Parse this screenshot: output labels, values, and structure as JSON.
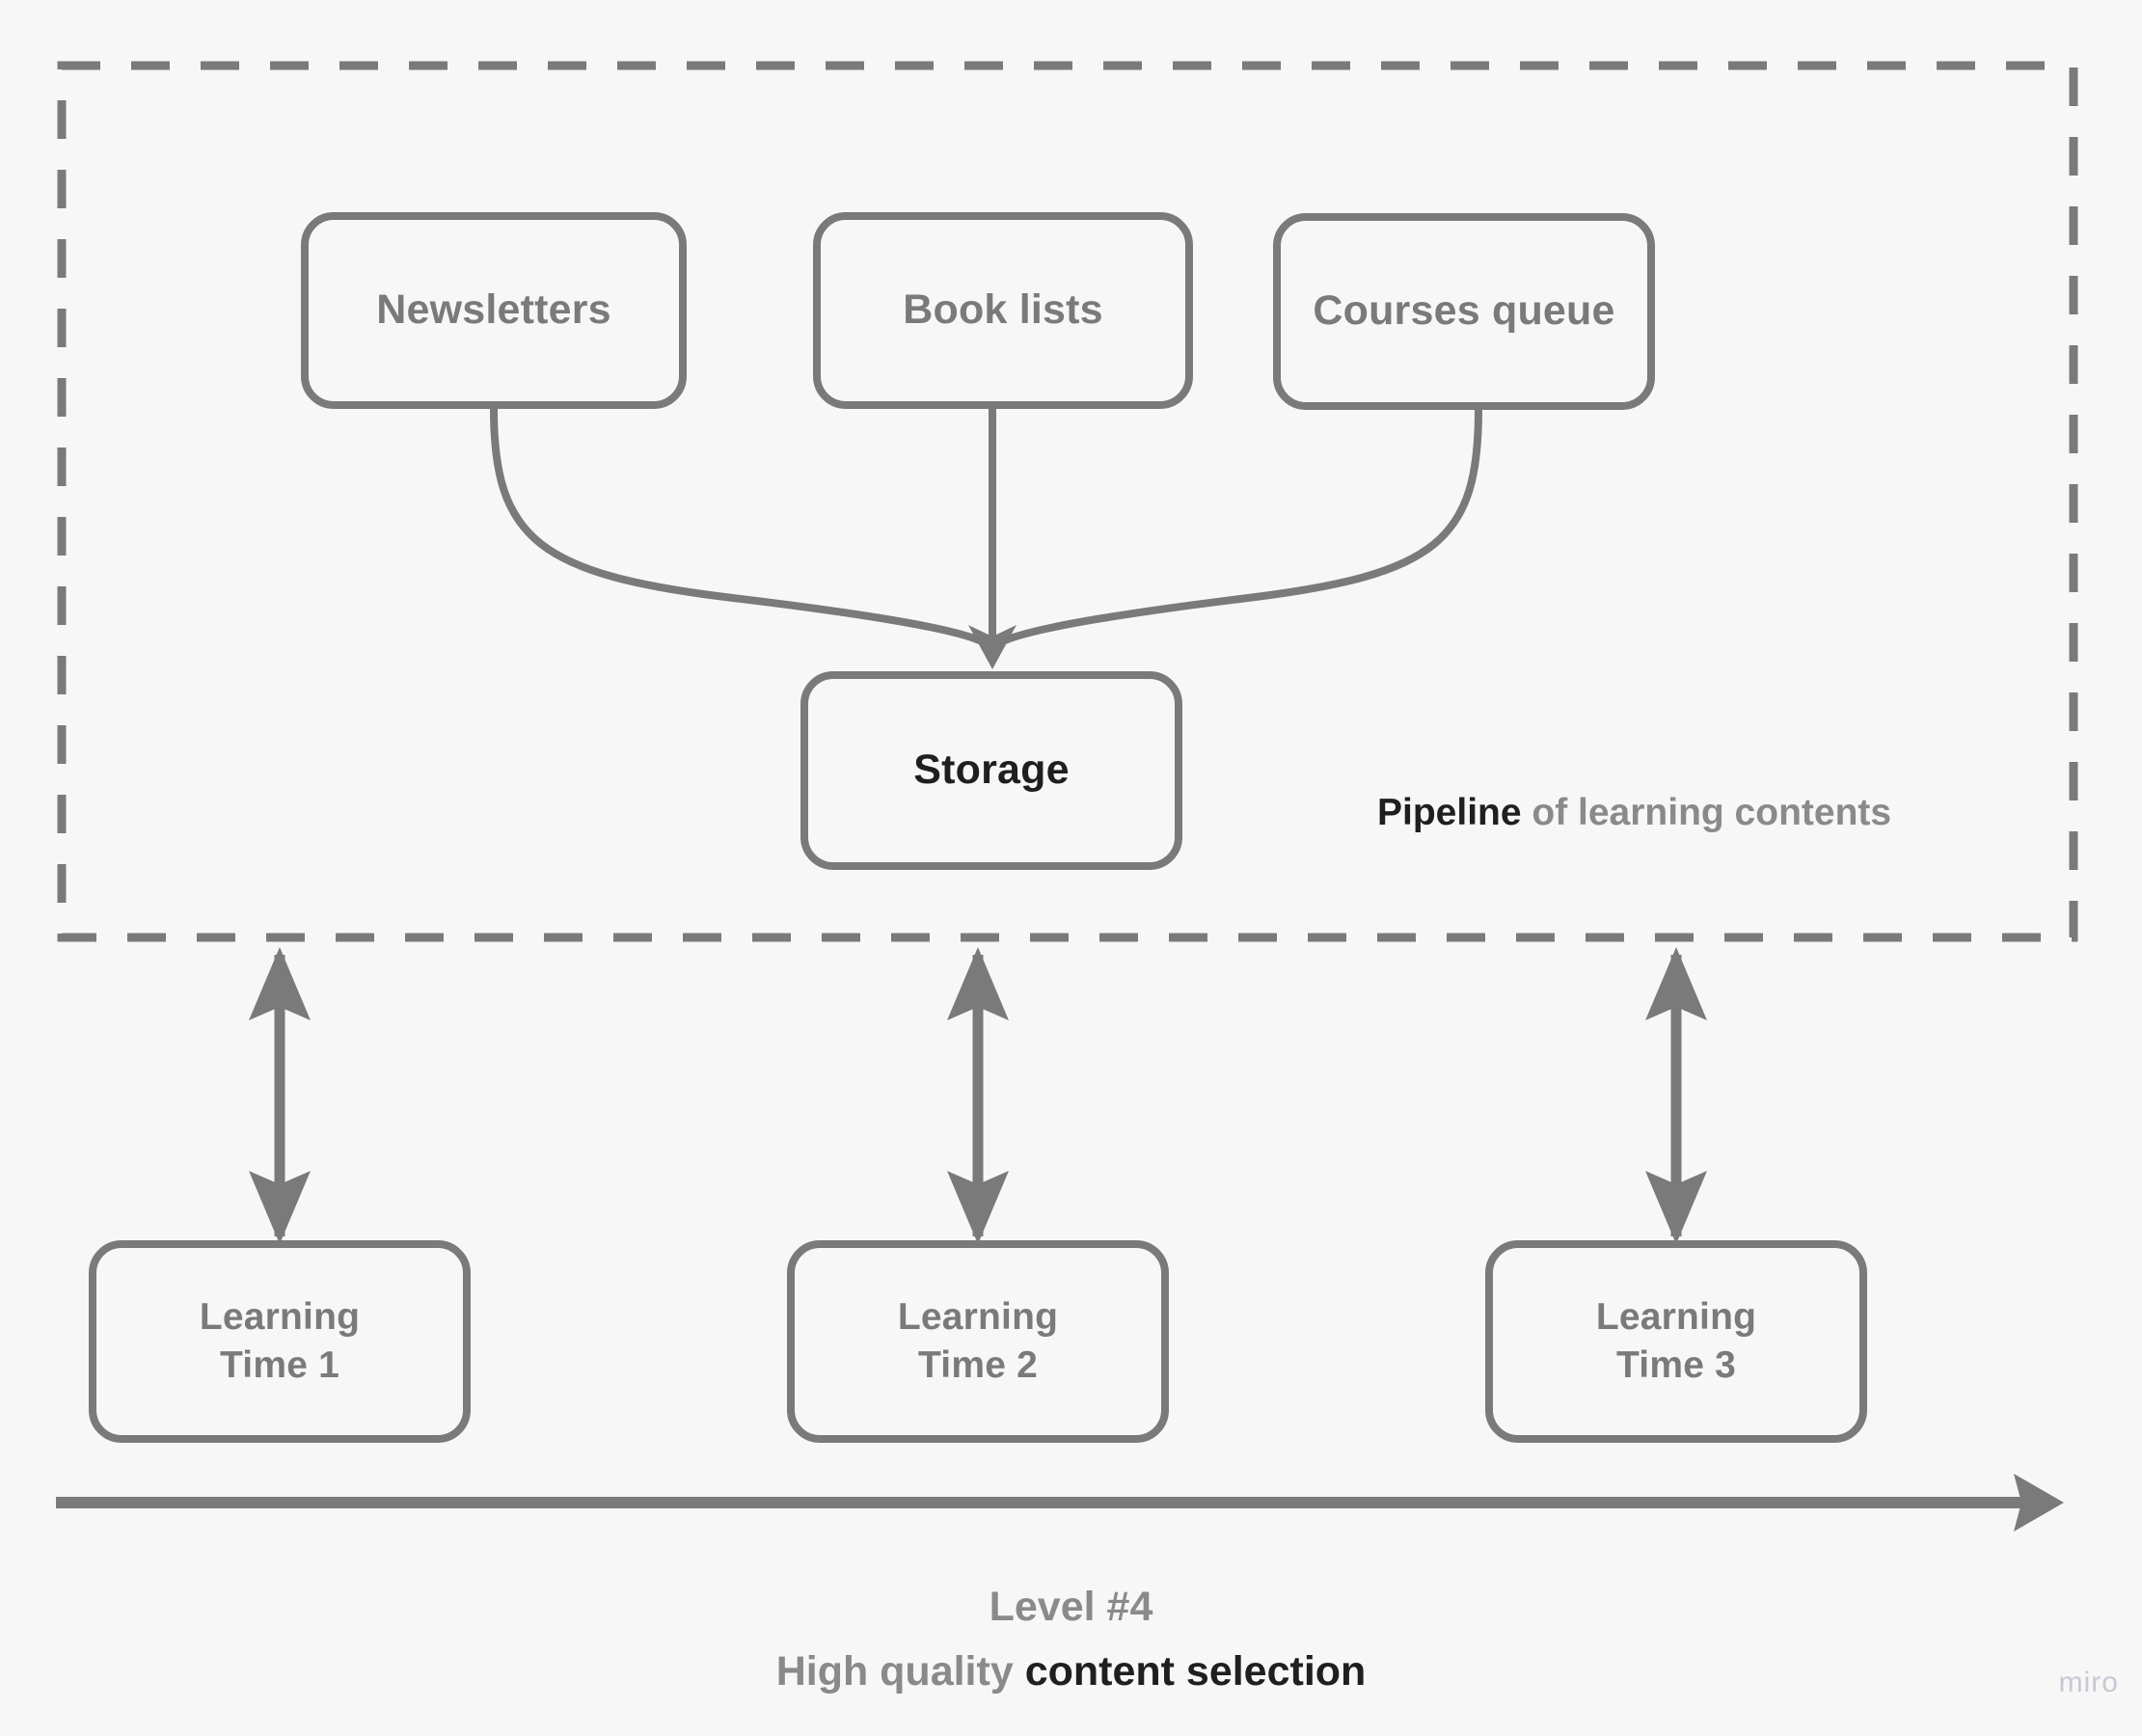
{
  "diagram": {
    "title_caption": {
      "line1": "Level #4",
      "line2_muted": "High quality ",
      "line2_strong": "content selection"
    },
    "pipeline_group": {
      "label_strong": "Pipeline",
      "label_muted": " of learning contents",
      "border_style": "dashed"
    },
    "sources": [
      {
        "id": "newsletters",
        "label": "Newsletters"
      },
      {
        "id": "book-lists",
        "label": "Book lists"
      },
      {
        "id": "courses-queue",
        "label": "Courses queue"
      }
    ],
    "storage": {
      "id": "storage",
      "label": "Storage"
    },
    "learning_times": [
      {
        "id": "learning-time-1",
        "line1": "Learning",
        "line2": "Time 1"
      },
      {
        "id": "learning-time-2",
        "line1": "Learning",
        "line2": "Time 2"
      },
      {
        "id": "learning-time-3",
        "line1": "Learning",
        "line2": "Time 3"
      }
    ],
    "timeline": {
      "direction": "left-to-right",
      "arrowhead": "right"
    },
    "watermark": "miro",
    "colors": {
      "background": "#f7f7f7",
      "stroke": "#7a7a7a",
      "text_muted": "#8a8a8a",
      "text_strong": "#1f1f1f",
      "watermark": "#c8c8d4"
    }
  }
}
